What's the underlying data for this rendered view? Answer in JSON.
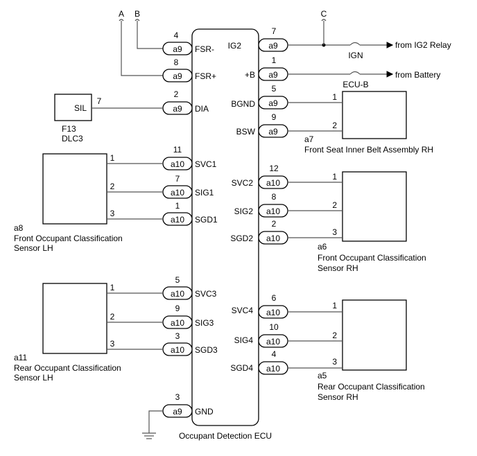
{
  "ecu": {
    "name": "Occupant Detection ECU"
  },
  "left_terminals": [
    {
      "id": "fsr_minus",
      "pin": "4",
      "conn": "a9",
      "name": "FSR-"
    },
    {
      "id": "fsr_plus",
      "pin": "8",
      "conn": "a9",
      "name": "FSR+"
    },
    {
      "id": "dia",
      "pin": "2",
      "conn": "a9",
      "name": "DIA"
    },
    {
      "id": "svc1",
      "pin": "11",
      "conn": "a10",
      "name": "SVC1"
    },
    {
      "id": "sig1",
      "pin": "7",
      "conn": "a10",
      "name": "SIG1"
    },
    {
      "id": "sgd1",
      "pin": "1",
      "conn": "a10",
      "name": "SGD1"
    },
    {
      "id": "svc3",
      "pin": "5",
      "conn": "a10",
      "name": "SVC3"
    },
    {
      "id": "sig3",
      "pin": "9",
      "conn": "a10",
      "name": "SIG3"
    },
    {
      "id": "sgd3",
      "pin": "3",
      "conn": "a10",
      "name": "SGD3"
    },
    {
      "id": "gnd",
      "pin": "3",
      "conn": "a9",
      "name": "GND"
    }
  ],
  "right_terminals": [
    {
      "id": "ig2",
      "pin": "7",
      "conn": "a9",
      "name": "IG2"
    },
    {
      "id": "plus_b",
      "pin": "1",
      "conn": "a9",
      "name": "+B"
    },
    {
      "id": "bgnd",
      "pin": "5",
      "conn": "a9",
      "name": "BGND"
    },
    {
      "id": "bsw",
      "pin": "9",
      "conn": "a9",
      "name": "BSW"
    },
    {
      "id": "svc2",
      "pin": "12",
      "conn": "a10",
      "name": "SVC2"
    },
    {
      "id": "sig2",
      "pin": "8",
      "conn": "a10",
      "name": "SIG2"
    },
    {
      "id": "sgd2",
      "pin": "2",
      "conn": "a10",
      "name": "SGD2"
    },
    {
      "id": "svc4",
      "pin": "6",
      "conn": "a10",
      "name": "SVC4"
    },
    {
      "id": "sig4",
      "pin": "10",
      "conn": "a10",
      "name": "SIG4"
    },
    {
      "id": "sgd4",
      "pin": "4",
      "conn": "a10",
      "name": "SGD4"
    }
  ],
  "junctions": {
    "a": "A",
    "b": "B",
    "c": "C"
  },
  "fuses": {
    "ign": "IGN",
    "ecu_b": "ECU-B"
  },
  "sources": {
    "ig2_relay": "from IG2 Relay",
    "battery": "from Battery"
  },
  "dlc3": {
    "pin": "7",
    "label": "SIL",
    "code": "F13",
    "name": "DLC3"
  },
  "components": {
    "front_lh": {
      "code": "a8",
      "line1": "Front Occupant Classification",
      "line2": "Sensor LH",
      "pins": [
        "1",
        "2",
        "3"
      ]
    },
    "rear_lh": {
      "code": "a11",
      "line1": "Rear Occupant Classification",
      "line2": "Sensor LH",
      "pins": [
        "1",
        "2",
        "3"
      ]
    },
    "belt_rh": {
      "code": "a7",
      "line1": "Front Seat Inner Belt Assembly RH",
      "pins": [
        "1",
        "2"
      ]
    },
    "front_rh": {
      "code": "a6",
      "line1": "Front Occupant Classification",
      "line2": "Sensor RH",
      "pins": [
        "1",
        "2",
        "3"
      ]
    },
    "rear_rh": {
      "code": "a5",
      "line1": "Rear Occupant Classification",
      "line2": "Sensor RH",
      "pins": [
        "1",
        "2",
        "3"
      ]
    }
  }
}
